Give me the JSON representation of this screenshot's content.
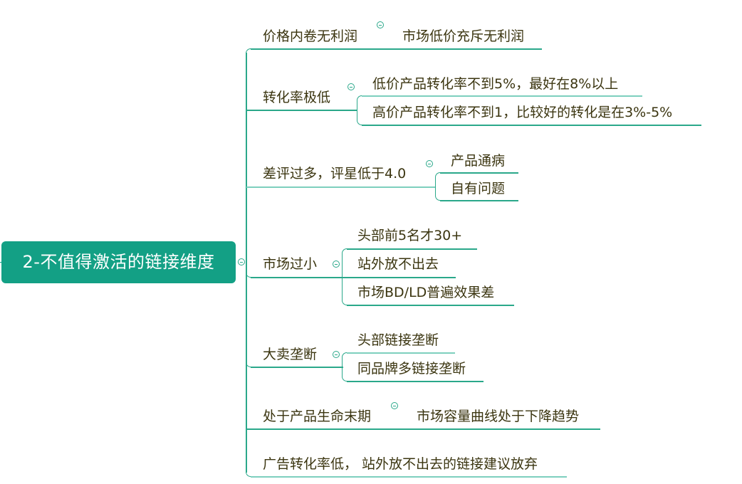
{
  "root": {
    "label": "2-不值得激活的链接维度"
  },
  "colors": {
    "root_fill": "#13a085",
    "root_text": "#ffffff",
    "branch_line": "#2aa88a",
    "branch_line_light": "#7dcfbe",
    "node_text": "#3b3510"
  },
  "branches": [
    {
      "label": "价格内卷无利润",
      "children": [
        "市场低价充斥无利润"
      ]
    },
    {
      "label": "转化率极低",
      "children": [
        "低价产品转化率不到5%，最好在8%以上",
        "高价产品转化率不到1，比较好的转化是在3%-5%"
      ]
    },
    {
      "label": "差评过多，评星低于4.0",
      "children": [
        "产品通病",
        "自有问题"
      ]
    },
    {
      "label": "市场过小",
      "children": [
        "头部前5名才30+",
        "站外放不出去",
        "市场BD/LD普遍效果差"
      ]
    },
    {
      "label": "大卖垄断",
      "children": [
        "头部链接垄断",
        "同品牌多链接垄断"
      ]
    },
    {
      "label": "处于产品生命末期",
      "children": [
        "市场容量曲线处于下降趋势"
      ]
    },
    {
      "label": "广告转化率低， 站外放不出去的链接建议放弃",
      "children": []
    }
  ],
  "icons": {
    "collapse": "minus-circle-icon"
  }
}
